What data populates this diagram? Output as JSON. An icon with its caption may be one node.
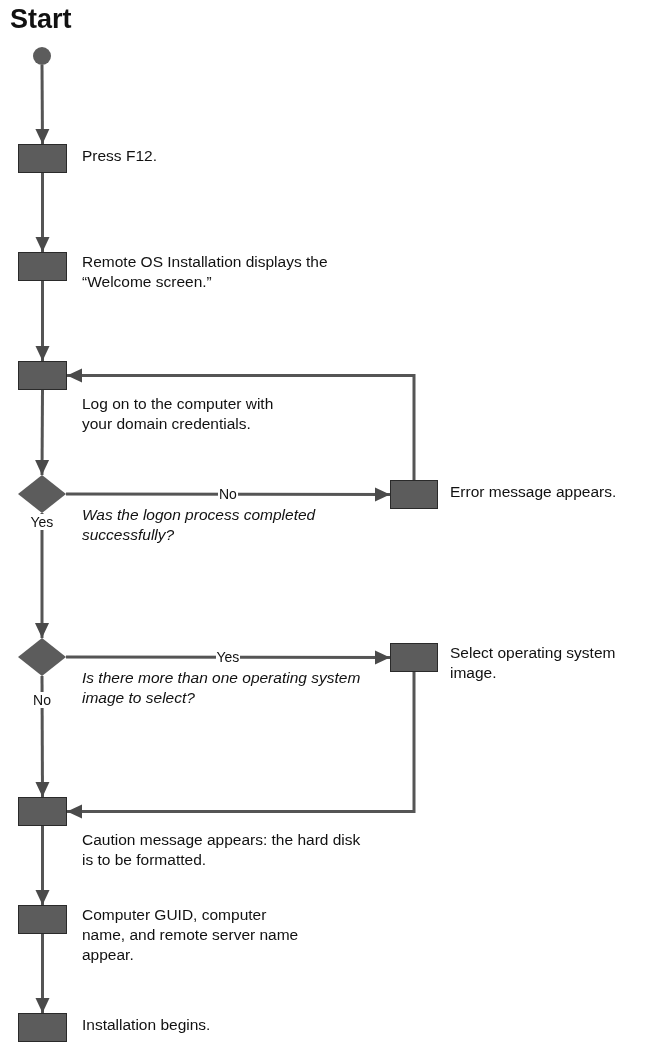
{
  "diagram": {
    "title": "Start",
    "nodes": [
      {
        "text": [],
        "shape": "circle"
      },
      {
        "text": [],
        "shape": "box",
        "beside": [
          "Press F12."
        ]
      },
      {
        "text": [],
        "shape": "box",
        "beside": [
          "Remote OS Installation displays the “Welcome screen.”"
        ]
      },
      {
        "text": [],
        "shape": "box",
        "beside": [
          "Log on to the computer with your domain credentials."
        ]
      },
      {
        "text": [],
        "shape": "diamond",
        "beside": [
          "Was the logon process completed successfully?"
        ]
      },
      {
        "text": [],
        "shape": "box",
        "beside": [
          "Error message appears."
        ]
      },
      {
        "text": [],
        "shape": "diamond",
        "beside": [
          "Is there more than one operating system image to select?"
        ]
      },
      {
        "text": [],
        "shape": "box",
        "beside": [
          "Select operating system image."
        ]
      },
      {
        "text": [],
        "shape": "box",
        "beside": [
          "Caution message appears: the hard disk is to be formatted."
        ]
      },
      {
        "text": [],
        "shape": "box",
        "beside": [
          "Computer GUID, computer name, and remote server name appear."
        ]
      },
      {
        "text": [],
        "shape": "box",
        "beside": [
          "Installation begins."
        ]
      }
    ],
    "edges": [
      {
        "from": 0,
        "to": 1,
        "arrow": "to"
      },
      {
        "from": 1,
        "to": 2,
        "arrow": "to"
      },
      {
        "from": 2,
        "to": 3,
        "arrow": "to"
      },
      {
        "from": 3,
        "to": 4,
        "arrow": "to"
      },
      {
        "from": 4,
        "to": 5,
        "arrow": "to",
        "label": "No"
      },
      {
        "from": 4,
        "to": 6,
        "arrow": "to",
        "label": "Yes"
      },
      {
        "from": 5,
        "to": 3,
        "arrow": "to"
      },
      {
        "from": 6,
        "to": 7,
        "arrow": "to",
        "label": "Yes"
      },
      {
        "from": 6,
        "to": 8,
        "arrow": "to",
        "label": "No"
      },
      {
        "from": 7,
        "to": 8,
        "arrow": "to"
      },
      {
        "from": 8,
        "to": 9,
        "arrow": "to"
      },
      {
        "from": 9,
        "to": 10,
        "arrow": "to"
      }
    ]
  }
}
